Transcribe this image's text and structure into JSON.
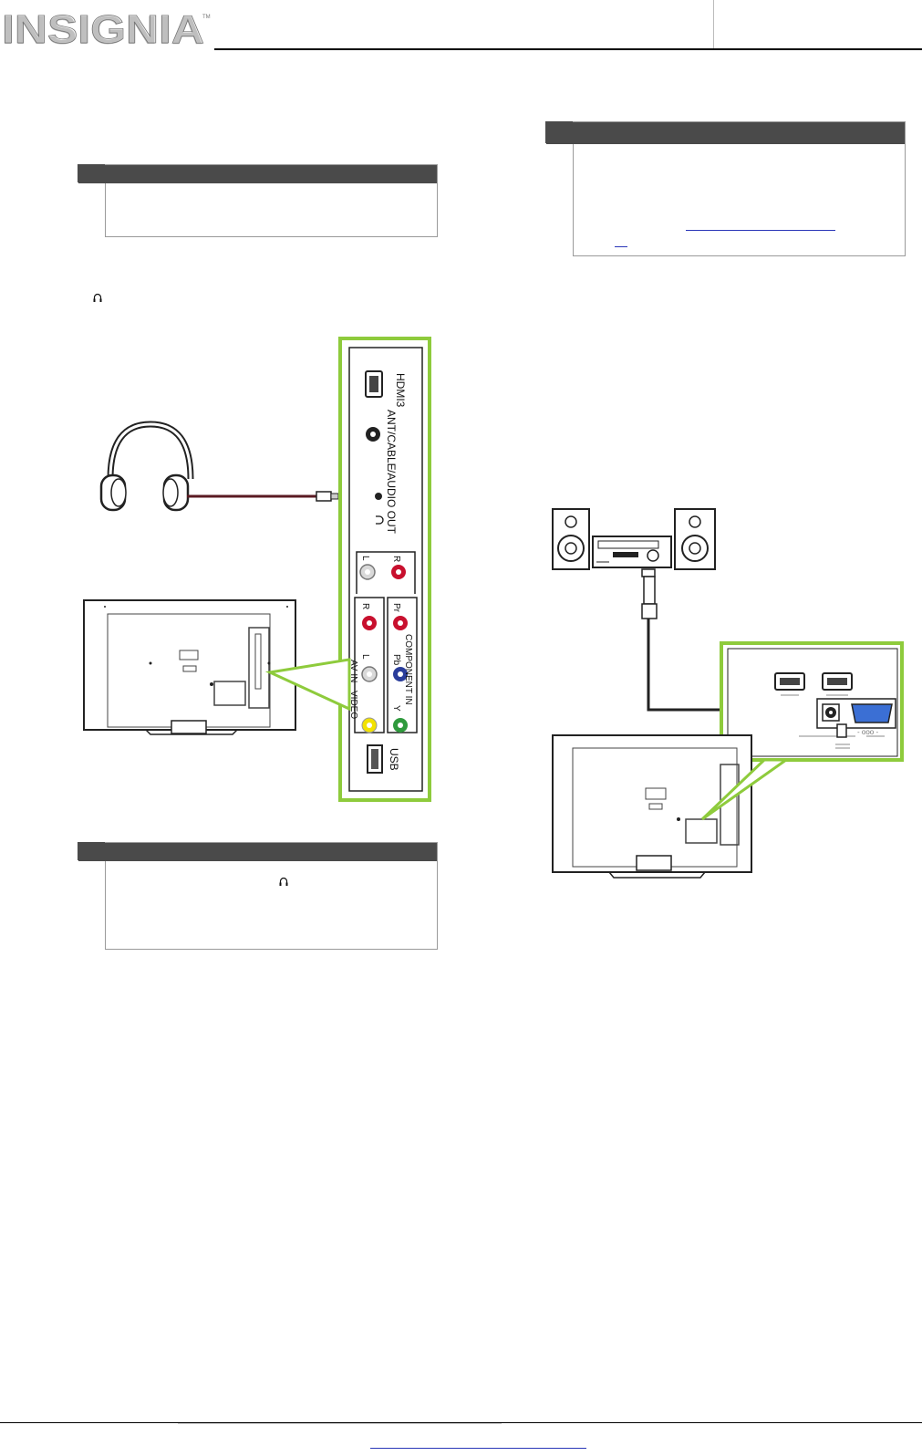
{
  "brand": {
    "logo_text": "INSIGNIA",
    "tm": "TM"
  },
  "panel_labels": {
    "hdmi3": "HDMI3",
    "ant_cable": "ANT/CABLE",
    "audio_out": "/AUDIO OUT",
    "left": "L",
    "right": "R",
    "av_in": "AV IN",
    "video": "VIDEO",
    "pr": "Pr",
    "pb": "Pb",
    "y": "Y",
    "component_in": "COMPONENT IN",
    "usb": "USB"
  },
  "colors": {
    "highlight_green": "#8ecb3c",
    "note_bar": "#4a4a4a",
    "link_blue": "#2a36b8",
    "jack_red": "#c8102e",
    "jack_yellow": "#f2e200",
    "jack_green": "#2f9a3d",
    "jack_blue": "#2a3d9b",
    "jack_white": "#d9d9d9",
    "vga_blue": "#3b6fd4"
  },
  "icons": [
    "insignia-logo",
    "headphones-icon",
    "audio-system-icon",
    "tv-back-icon"
  ]
}
